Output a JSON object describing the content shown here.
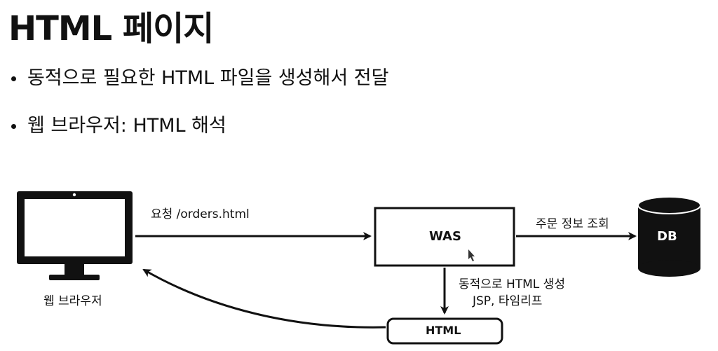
{
  "title": "HTML 페이지",
  "bullets": [
    "동적으로 필요한 HTML 파일을 생성해서 전달",
    "웹 브라우저: HTML 해석"
  ],
  "diagram": {
    "browser_label": "웹 브라우저",
    "request_label": "요청 /orders.html",
    "was_label": "WAS",
    "db_query_label": "주문 정보 조회",
    "db_label": "DB",
    "generate_label_line1": "동적으로 HTML 생성",
    "generate_label_line2": "JSP, 타임리프",
    "html_box_label": "HTML"
  }
}
